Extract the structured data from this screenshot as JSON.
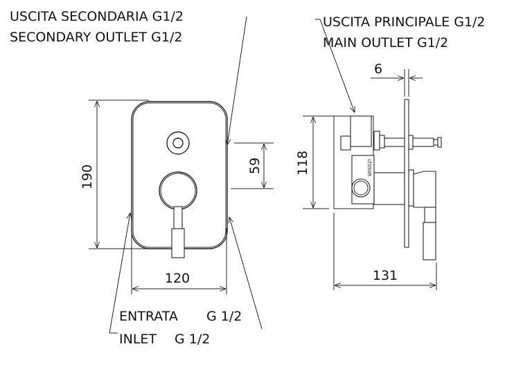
{
  "labels": {
    "secondary_outlet_it": "USCITA SECONDARIA G1/2",
    "secondary_outlet_en": "SECONDARY OUTLET G1/2",
    "main_outlet_it": "USCITA PRINCIPALE G1/2",
    "main_outlet_en": "MAIN OUTLET G1/2",
    "inlet_it": "ENTRATA",
    "inlet_it_size": "G 1/2",
    "inlet_en": "INLET",
    "inlet_en_size": "G 1/2",
    "body_stamp": "LT050R"
  },
  "dimensions": {
    "front_height": "190",
    "front_width": "120",
    "outlet_spacing": "59",
    "body_height": "118",
    "total_depth": "131",
    "plate_thickness": "6"
  }
}
